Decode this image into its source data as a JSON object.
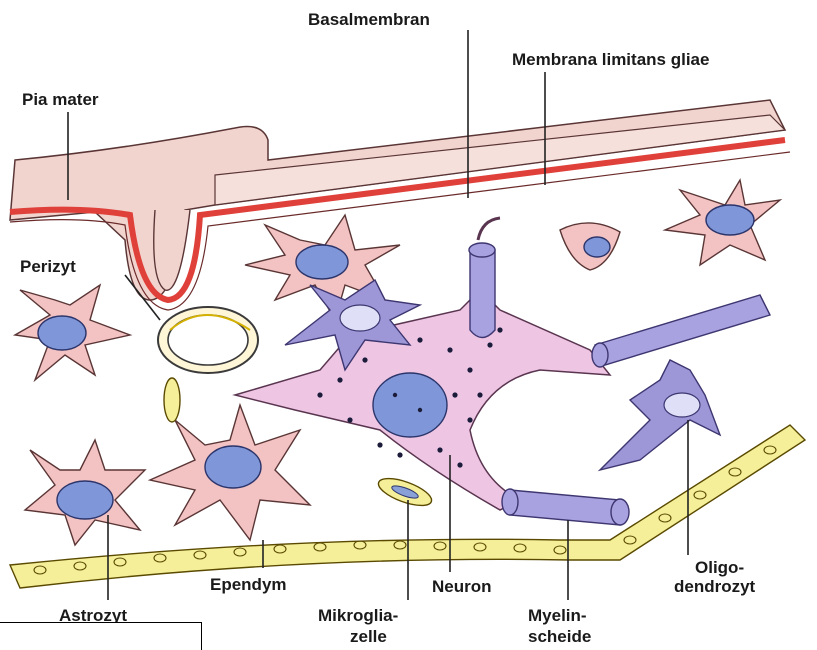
{
  "labels": {
    "basalmembran": "Basalmembran",
    "membrana_limitans": "Membrana limitans gliae",
    "pia_mater": "Pia mater",
    "perizyt": "Perizyt",
    "ependym": "Ependym",
    "astrozyt": "Astrozyt",
    "mikroglia_line1": "Mikroglia-",
    "mikroglia_line2": "zelle",
    "neuron": "Neuron",
    "myelin_line1": "Myelin-",
    "myelin_line2": "scheide",
    "oligo_line1": "Oligo-",
    "oligo_line2": "dendrozyt"
  },
  "colors": {
    "pia": "#f2d4cf",
    "basal_red": "#e0403a",
    "cell": "#f3c3c3",
    "nucleus": "#7f97d8",
    "neuron": "#eec6e4",
    "oligo": "#9d97d8",
    "ependym": "#f5ef9a"
  }
}
